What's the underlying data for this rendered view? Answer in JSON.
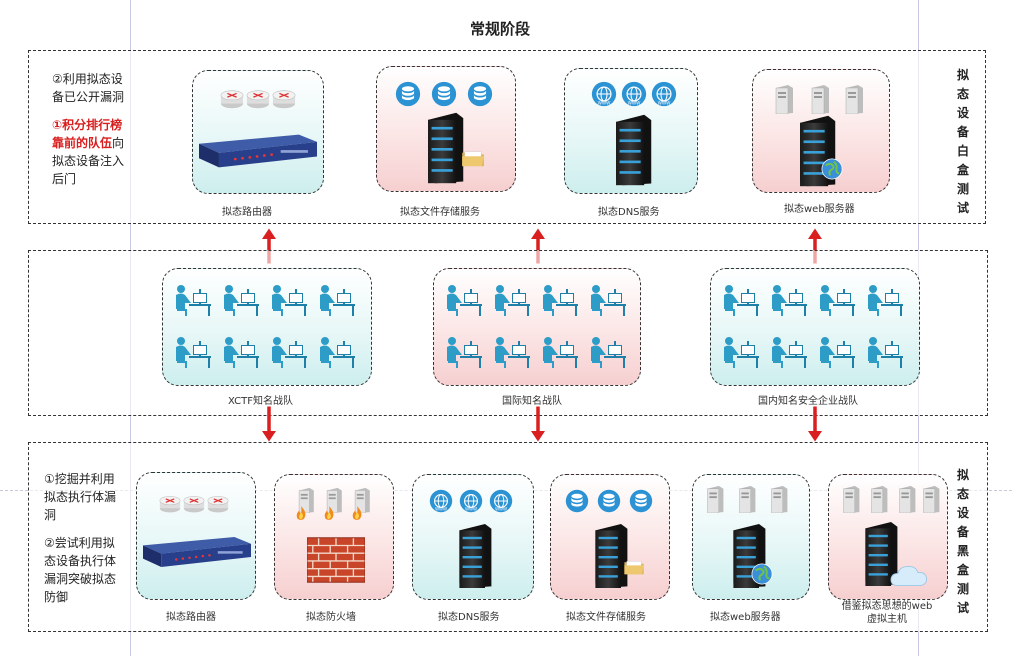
{
  "title": "常规阶段",
  "top": {
    "note1": "②利用拟态设备已公开漏洞",
    "note2_red": "①积分排行榜靠前的队伍",
    "note2_rest": "向拟态设备注入后门",
    "side_label": "拟态设备白盒测试",
    "items": [
      "拟态路由器",
      "拟态文件存储服务",
      "拟态DNS服务",
      "拟态web服务器"
    ]
  },
  "middle": {
    "teams": [
      "XCTF知名战队",
      "国际知名战队",
      "国内知名安全企业战队"
    ]
  },
  "bottom": {
    "note1": "①挖掘并利用拟态执行体漏洞",
    "note2": "②尝试利用拟态设备执行体漏洞突破拟态防御",
    "side_label": "拟态设备黑盒测试",
    "items": [
      "拟态路由器",
      "拟态防火墙",
      "拟态DNS服务",
      "拟态文件存储服务",
      "拟态web服务器"
    ],
    "last_item": "借鉴拟态思想的web虚拟主机"
  },
  "colors": {
    "arrow": "#d91f1f",
    "pink_panel": "#f6cfd0",
    "teal_panel": "#cdeeee"
  }
}
